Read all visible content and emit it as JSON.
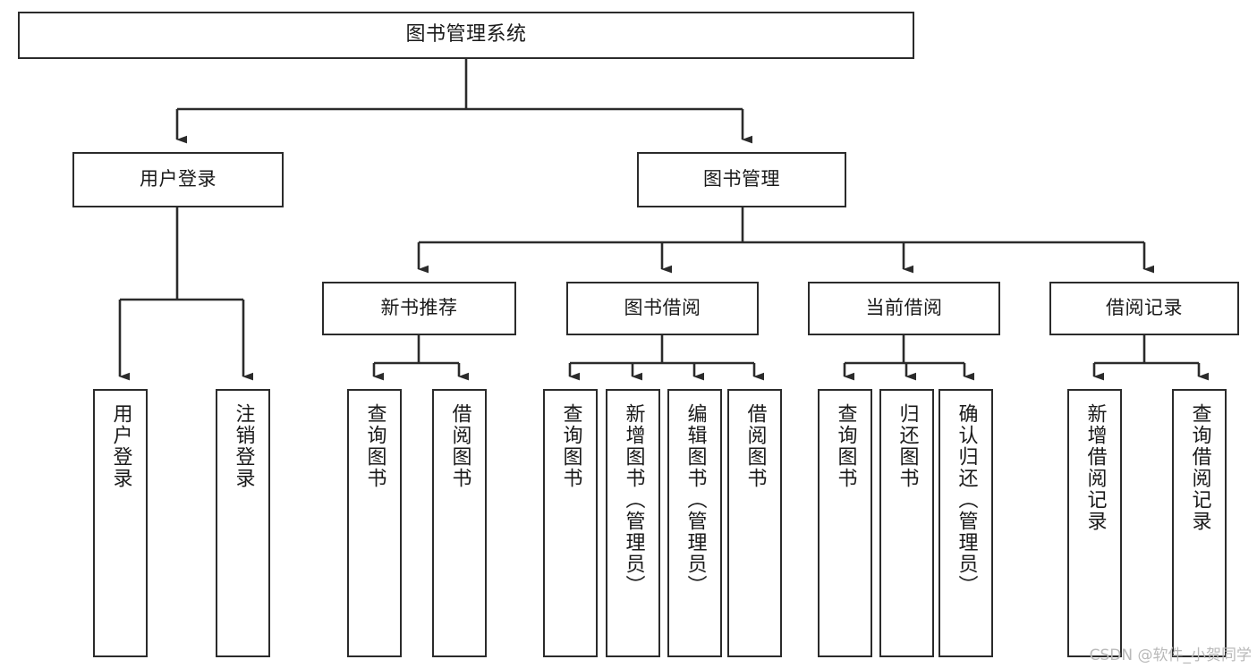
{
  "diagram": {
    "title": "图书管理系统",
    "type": "tree-hierarchy",
    "watermark": "CSDN @软件_小贺同学",
    "line_color": "#2b2b2b",
    "box_fill": "#ffffff",
    "text_color": "#1a1a1a",
    "watermark_color": "#b9b9b9"
  },
  "nodes": {
    "root": {
      "label": "图书管理系统"
    },
    "level1": [
      {
        "label": "用户登录"
      },
      {
        "label": "图书管理"
      }
    ],
    "level2": [
      {
        "label": "新书推荐"
      },
      {
        "label": "图书借阅"
      },
      {
        "label": "当前借阅"
      },
      {
        "label": "借阅记录"
      }
    ],
    "leaves": {
      "user_login": [
        {
          "label": "用户登录"
        },
        {
          "label": "注销登录"
        }
      ],
      "new_book_recommend": [
        {
          "label": "查询图书"
        },
        {
          "label": "借阅图书"
        }
      ],
      "book_borrow": [
        {
          "label": "查询图书"
        },
        {
          "label": "新增图书（管理员）"
        },
        {
          "label": "编辑图书（管理员）"
        },
        {
          "label": "借阅图书"
        }
      ],
      "current_borrow": [
        {
          "label": "查询图书"
        },
        {
          "label": "归还图书"
        },
        {
          "label": "确认归还（管理员）"
        }
      ],
      "borrow_record": [
        {
          "label": "新增借阅记录"
        },
        {
          "label": "查询借阅记录"
        }
      ]
    }
  }
}
